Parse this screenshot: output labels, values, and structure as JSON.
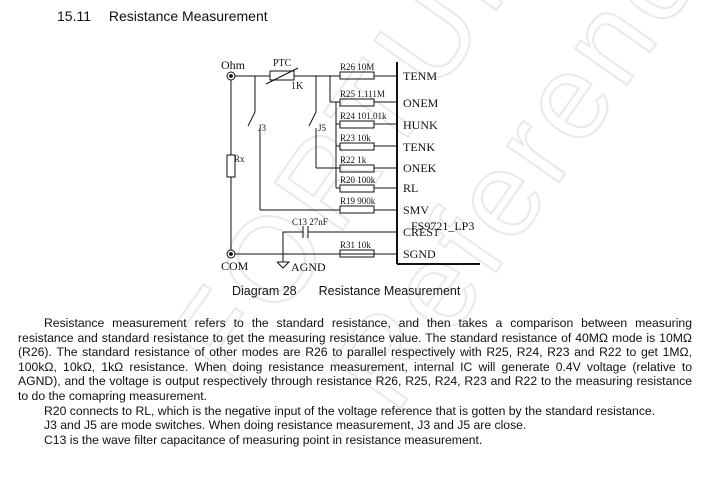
{
  "section": {
    "number": "15.11",
    "title": "Resistance Measurement"
  },
  "diagram": {
    "labels": {
      "ohm": "Ohm",
      "ptc": "PTC",
      "ptc_value": "1K",
      "j3": "J3",
      "j5": "J5",
      "rx": "Rx",
      "com": "COM",
      "agnd": "AGND",
      "chip": "FS9721_LP3",
      "c13": "C13  27nF"
    },
    "resistors": [
      {
        "label": "R26  10M",
        "pin": "TENM"
      },
      {
        "label": "R25  1.111M",
        "pin": "ONEM"
      },
      {
        "label": "R24  101.01k",
        "pin": "HUNK"
      },
      {
        "label": "R23  10k",
        "pin": "TENK"
      },
      {
        "label": "R22  1k",
        "pin": "ONEK"
      },
      {
        "label": "R20  100k",
        "pin": "RL"
      },
      {
        "label": "R19  900k",
        "pin": "SMV"
      },
      {
        "label": "",
        "pin": "CRES1"
      },
      {
        "label": "R31  10k",
        "pin": "SGND"
      }
    ]
  },
  "caption": {
    "number": "Diagram 28",
    "title": "Resistance Measurement"
  },
  "paragraphs": [
    "Resistance measurement refers to the standard resistance, and then takes a comparison between measuring resistance and standard resistance to get the measuring resistance value. The standard resistance of 40MΩ mode is 10MΩ (R26). The standard resistance of other modes are R26 to parallel respectively with R25, R24, R23 and R22 to get 1MΩ, 100kΩ, 10kΩ, 1kΩ resistance. When doing resistance measurement, internal IC will generate 0.4V voltage (relative to AGND), and the voltage is output respectively through resistance R26, R25, R24, R23 and R22 to the measuring resistance to do the comapring measurement.",
    "R20 connects to RL, which is the negative input of the voltage reference that is gotten by the standard resistance.",
    "J3 and J5 are mode switches. When doing resistance measurement, J3 and J5 are close.",
    "C13 is the wave filter capacitance of measuring point in resistance measurement."
  ],
  "watermark": {
    "line1": "FORTUNE",
    "line2": "Reference Only",
    "color": "#e8e8e8"
  }
}
